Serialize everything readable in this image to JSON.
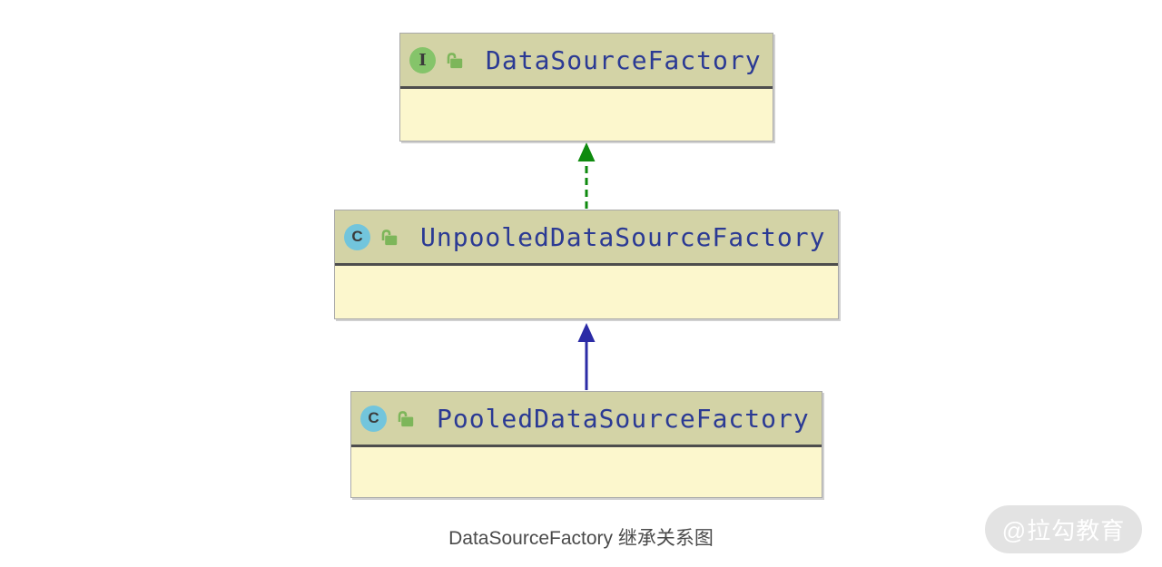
{
  "diagram": {
    "nodes": [
      {
        "name": "DataSourceFactory",
        "kind": "interface",
        "icon_letter": "I",
        "visibility": "public"
      },
      {
        "name": "UnpooledDataSourceFactory",
        "kind": "class",
        "icon_letter": "C",
        "visibility": "public"
      },
      {
        "name": "PooledDataSourceFactory",
        "kind": "class",
        "icon_letter": "C",
        "visibility": "public"
      }
    ],
    "edges": [
      {
        "from": "UnpooledDataSourceFactory",
        "to": "DataSourceFactory",
        "relation": "implements",
        "line_style": "dashed",
        "color": "#0e8a0e"
      },
      {
        "from": "PooledDataSourceFactory",
        "to": "UnpooledDataSourceFactory",
        "relation": "extends",
        "line_style": "solid",
        "color": "#2b2ba6"
      }
    ]
  },
  "caption": {
    "text": "DataSourceFactory 继承关系图"
  },
  "watermark": {
    "text": "@拉勾教育"
  },
  "colors": {
    "node_header_bg": "#d3d3a6",
    "node_body_bg": "#fcf7cd",
    "node_border": "#a9a9a9",
    "header_separator": "#4d4d4d",
    "class_name_text": "#2b3a94",
    "interface_icon_bg": "#85c46a",
    "class_icon_bg": "#72c5dc",
    "lock_icon": "#7db65a",
    "implements_arrow": "#0e8a0e",
    "extends_arrow": "#2b2ba6",
    "caption_text": "#4a4a4a",
    "watermark_bg": "#e3e3e3",
    "watermark_text": "#ffffff"
  }
}
